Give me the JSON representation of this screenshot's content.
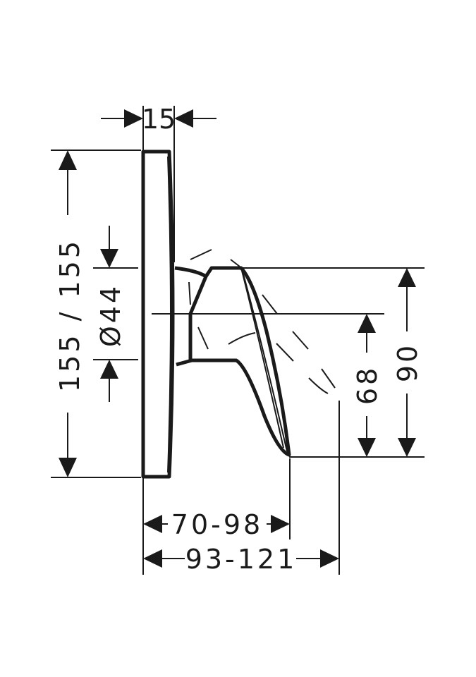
{
  "drawing": {
    "dimensions": {
      "plate_depth": "15",
      "plate_height": "155 / 155",
      "outlet_diameter": "Ø44",
      "lever_height": "90",
      "center_height": "68",
      "projection_short": "70-98",
      "projection_long": "93-121"
    },
    "color": "#1a1a1a"
  }
}
